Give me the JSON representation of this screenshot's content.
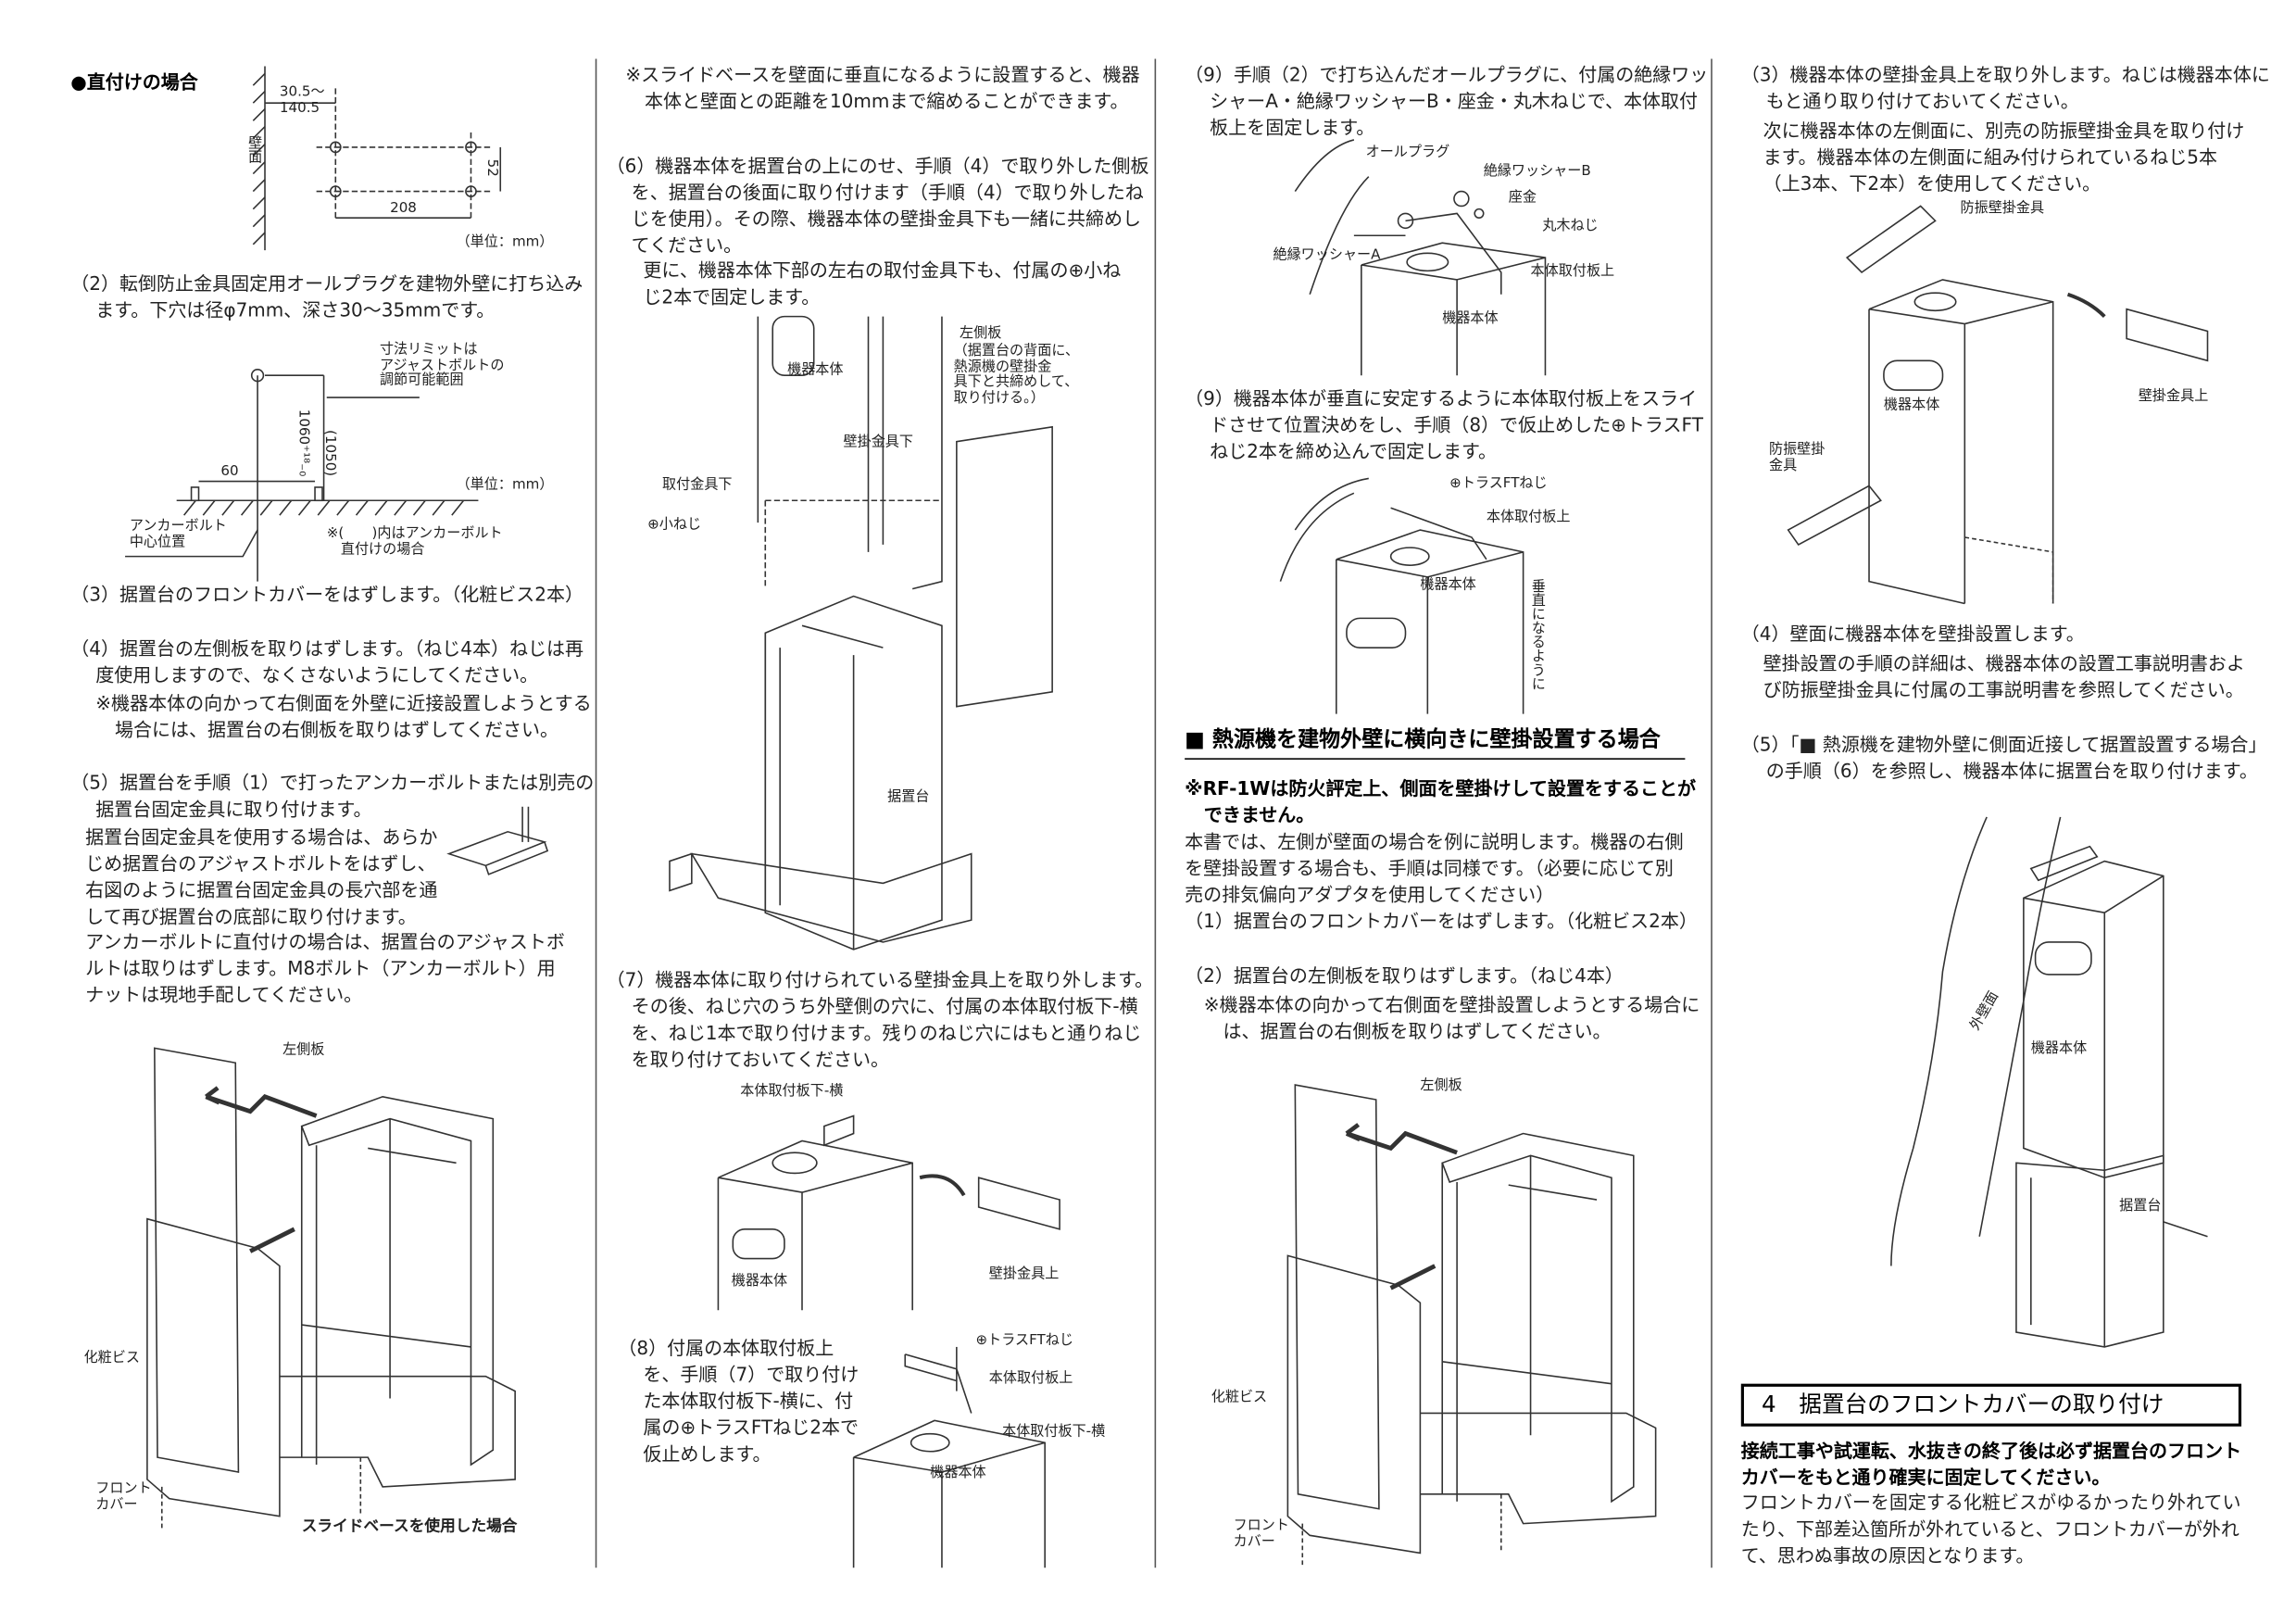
{
  "col1": {
    "direct_title": "●直付けの場合",
    "fig1": {
      "dim_offset": "30.5～\n140.5",
      "wall": "壁面",
      "dim_h": "52",
      "dim_w": "208",
      "unit": "（単位：mm）"
    },
    "step2": "（2）転倒防止金具固定用オールプラグを建物外壁に打ち込みます。下穴は径φ7mm、深さ30〜35mmです。",
    "fig2": {
      "limit_note": "寸法リミットは\nアジャストボルトの\n調節可能範囲",
      "dim_height": "1060⁺¹⁸₋₀",
      "dim_height_alt": "(1050)",
      "dim_width": "60",
      "unit": "（単位：mm）",
      "anchor_center": "アンカーボルト\n中心位置",
      "paren_note": "※(　　)内はアンカーボルト\n　直付けの場合"
    },
    "step3": "（3）据置台のフロントカバーをはずします。（化粧ビス2本）",
    "step4": "（4）据置台の左側板を取りはずします。（ねじ4本）ねじは再度使用しますので、なくさないようにしてください。",
    "step4_note": "※機器本体の向かって右側面を外壁に近接設置しようとする場合には、据置台の右側板を取りはずしてください。",
    "step5": "（5）据置台を手順（1）で打ったアンカーボルトまたは別売の据置台固定金具に取り付けます。",
    "step5_p1": "据置台固定金具を使用する場合は、あらかじめ据置台のアジャストボルトをはずし、右図のように据置台固定金具の長穴部を通して再び据置台の底部に取り付けます。",
    "step5_p2": "アンカーボルトに直付けの場合は、据置台のアジャストボルトは取りはずします。M8ボルト（アンカーボルト）用ナットは現地手配してください。",
    "fig3": {
      "left_panel": "左側板",
      "screw": "化粧ビス",
      "front_cover": "フロント\nカバー",
      "caption": "スライドベースを使用した場合"
    }
  },
  "col2": {
    "slide_note": "※スライドベースを壁面に垂直になるように設置すると、機器本体と壁面との距離を10mmまで縮めることができます。",
    "step6": "（6）機器本体を据置台の上にのせ、手順（4）で取り外した側板を、据置台の後面に取り付けます（手順（4）で取り外したねじを使用）。その際、機器本体の壁掛金具下も一緒に共締めしてください。",
    "step6_p": "更に、機器本体下部の左右の取付金具下も、付属の⊕小ねじ2本で固定します。",
    "fig6": {
      "unit": "機器本体",
      "left_panel": "左側板",
      "left_panel_note": "（据置台の背面に、\n熱源機の壁掛金\n具下と共締めして、\n取り付ける。）",
      "wall_bracket_lower": "壁掛金具下",
      "mount_bracket_lower": "取付金具下",
      "small_screw": "⊕小ねじ",
      "stand": "据置台"
    },
    "step7": "（7）機器本体に取り付けられている壁掛金具上を取り外します。その後、ねじ穴のうち外壁側の穴に、付属の本体取付板下-横を、ねじ1本で取り付けます。残りのねじ穴にはもと通りねじを取り付けておいてください。",
    "fig7": {
      "plate_lower_side": "本体取付板下-横",
      "wall_bracket_upper": "壁掛金具上",
      "unit": "機器本体"
    },
    "step8": "（8）付属の本体取付板上を、手順（7）で取り付けた本体取付板下-横に、付属の⊕トラスFTねじ2本で仮止めします。",
    "fig8": {
      "truss_screw": "⊕トラスFTねじ",
      "plate_upper": "本体取付板上",
      "plate_lower_side": "本体取付板下-横",
      "unit": "機器本体"
    }
  },
  "col3": {
    "step9a": "（9）手順（2）で打ち込んだオールプラグに、付属の絶縁ワッシャーA・絶縁ワッシャーB・座金・丸木ねじで、本体取付板上を固定します。",
    "fig9a": {
      "plug": "オールプラグ",
      "washer_b": "絶縁ワッシャーB",
      "washer": "座金",
      "wood_screw": "丸木ねじ",
      "washer_a": "絶縁ワッシャーA",
      "plate_upper": "本体取付板上",
      "unit": "機器本体"
    },
    "step9b": "（9）機器本体が垂直に安定するように本体取付板上をスライドさせて位置決めをし、手順（8）で仮止めした⊕トラスFTねじ2本を締め込んで固定します。",
    "fig9b": {
      "truss_screw": "⊕トラスFTねじ",
      "plate_upper": "本体取付板上",
      "unit": "機器本体",
      "vertical": "垂直になるように"
    },
    "heading": "■ 熱源機を建物外壁に横向きに壁掛設置する場合",
    "rf_note": "※RF-1Wは防火評定上、側面を壁掛けして設置をすることができません。",
    "intro": "本書では、左側が壁面の場合を例に説明します。機器の右側を壁掛設置する場合も、手順は同様です。（必要に応じて別売の排気偏向アダプタを使用してください）",
    "step1": "（1）据置台のフロントカバーをはずします。（化粧ビス2本）",
    "step2": "（2）据置台の左側板を取りはずします。（ねじ4本）",
    "step2_note": "※機器本体の向かって右側面を壁掛設置しようとする場合には、据置台の右側板を取りはずしてください。",
    "fig": {
      "left_panel": "左側板",
      "screw": "化粧ビス",
      "front_cover": "フロント\nカバー"
    }
  },
  "col4": {
    "step3": "（3）機器本体の壁掛金具上を取り外します。ねじは機器本体にもと通り取り付けておいてください。",
    "step3_p": "次に機器本体の左側面に、別売の防振壁掛金具を取り付けます。機器本体の左側面に組み付けられているねじ5本（上3本、下2本）を使用してください。",
    "fig3": {
      "vib_bracket": "防振壁掛金具",
      "wall_bracket_upper": "壁掛金具上",
      "unit": "機器本体",
      "vib_bracket_lower": "防振壁掛\n金具"
    },
    "step4": "（4）壁面に機器本体を壁掛設置します。",
    "step4_p": "壁掛設置の手順の詳細は、機器本体の設置工事説明書および防振壁掛金具に付属の工事説明書を参照してください。",
    "step5": "（5）「■ 熱源機を建物外壁に側面近接して据置設置する場合」の手順（6）を参照し、機器本体に据置台を取り付けます。",
    "fig5": {
      "outer_wall": "外壁面",
      "unit": "機器本体",
      "stand": "据置台"
    },
    "section_title": "4　据置台のフロントカバーの取り付け",
    "warning": "接続工事や試運転、水抜きの終了後は必ず据置台のフロントカバーをもと通り確実に固定してください。",
    "body": "フロントカバーを固定する化粧ビスがゆるかったり外れていたり、下部差込箇所が外れていると、フロントカバーが外れて、思わぬ事故の原因となります。"
  }
}
